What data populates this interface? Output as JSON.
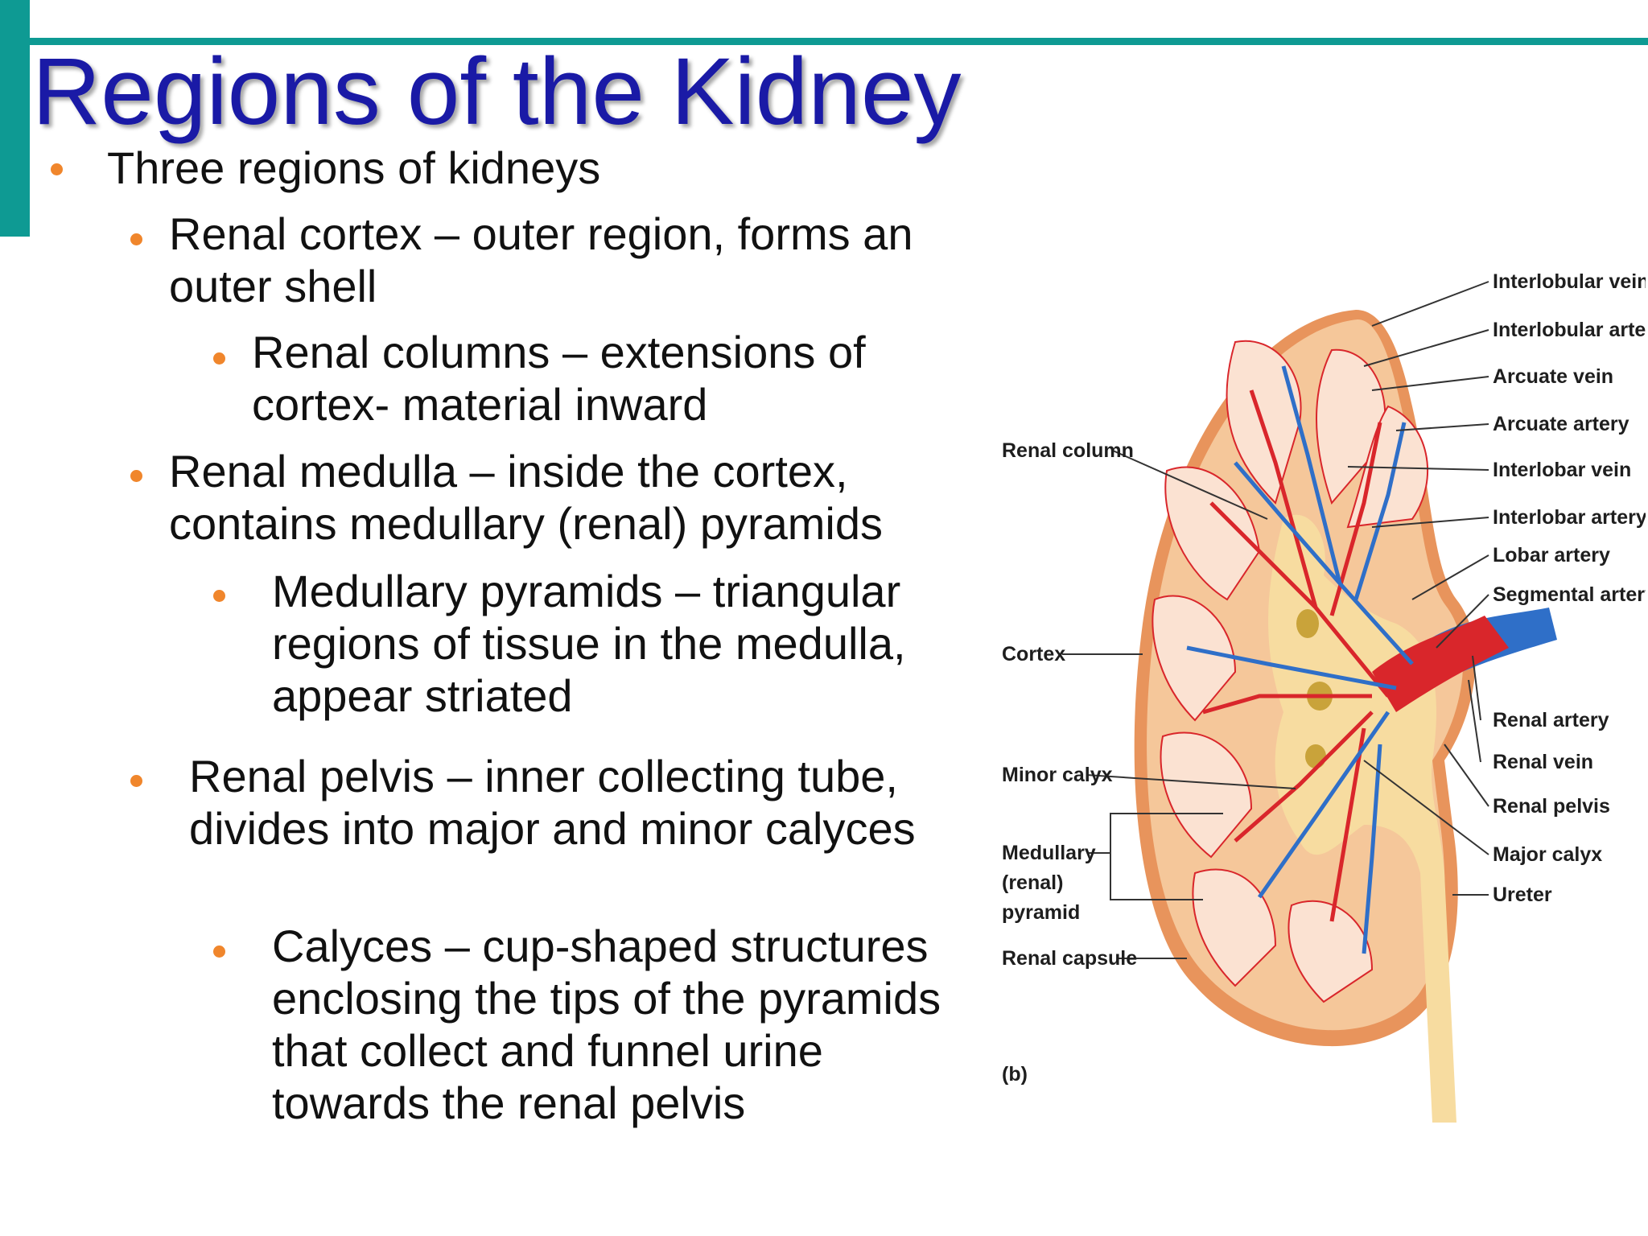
{
  "slide": {
    "title": "Regions of the Kidney",
    "accent_color": "#0e9a93",
    "title_color": "#1a1aa6",
    "bullet_color": "#f0862c"
  },
  "bullets": {
    "b1": "Three regions of kidneys",
    "b2": "Renal cortex – outer region, forms an outer shell",
    "b3": "Renal columns – extensions of cortex- material inward",
    "b4": "Renal medulla – inside the cortex, contains medullary (renal) pyramids",
    "b5": "Medullary pyramids – triangular regions of tissue in the medulla, appear striated",
    "b6": "Renal pelvis – inner collecting tube, divides into major and minor calyces",
    "b7": "Calyces – cup-shaped structures enclosing the tips of the pyramids that collect and funnel urine towards the renal pelvis"
  },
  "diagram": {
    "labels_right": {
      "interlobular_vein": "Interlobular vein",
      "interlobular_artery": "Interlobular artery",
      "arcuate_vein": "Arcuate vein",
      "arcuate_artery": "Arcuate artery",
      "interlobar_vein": "Interlobar vein",
      "interlobar_artery": "Interlobar artery",
      "lobar_artery": "Lobar artery",
      "segmental_artery": "Segmental artery",
      "renal_artery": "Renal artery",
      "renal_vein": "Renal vein",
      "renal_pelvis": "Renal pelvis",
      "major_calyx": "Major calyx",
      "ureter": "Ureter"
    },
    "labels_left": {
      "renal_column": "Renal column",
      "cortex": "Cortex",
      "minor_calyx": "Minor calyx",
      "medullary_1": "Medullary",
      "medullary_2": "(renal)",
      "medullary_3": "pyramid",
      "renal_capsule": "Renal capsule"
    },
    "panel_label": "(b)",
    "colors": {
      "artery": "#d9262b",
      "vein": "#2f6fc8",
      "cortex": "#f5c79a",
      "pyramid": "#fbe2d2",
      "pelvis": "#f7dca0",
      "capsule": "#e8945c"
    }
  }
}
